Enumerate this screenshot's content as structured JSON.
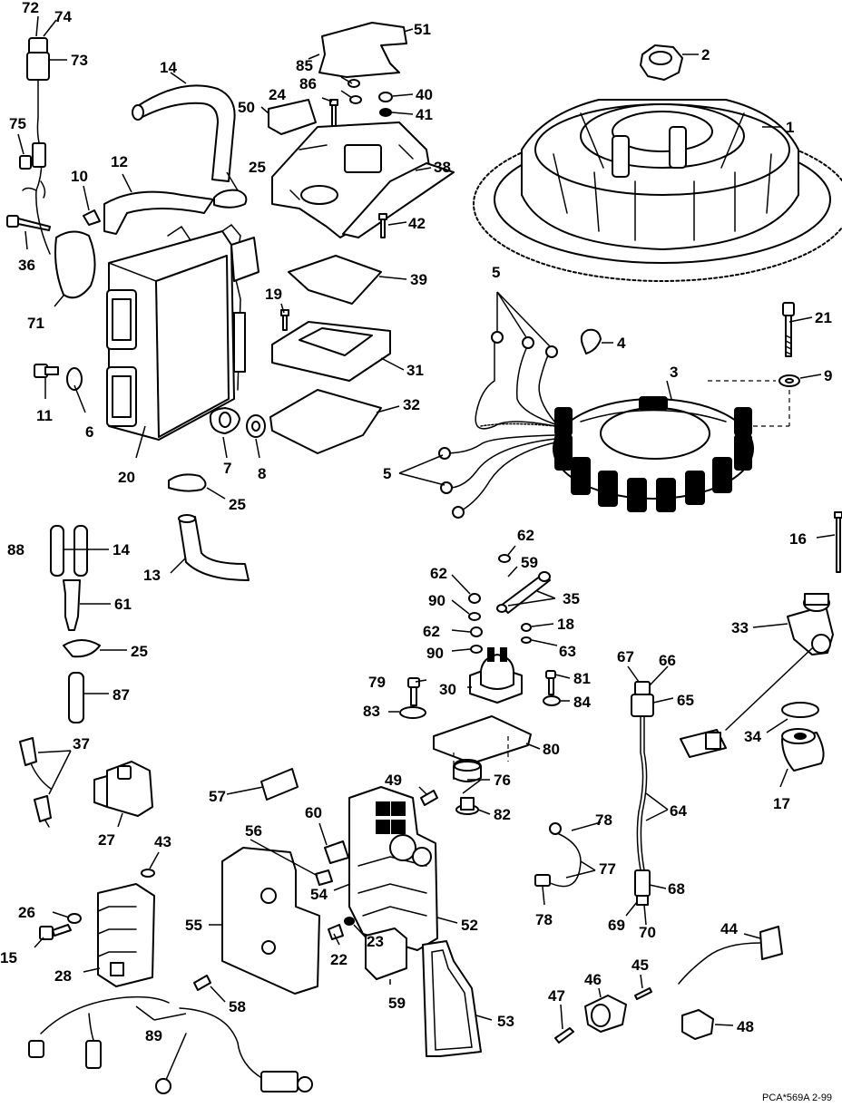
{
  "drawing_code": "PCA*569A  2-99",
  "callouts": {
    "c1": "1",
    "c2": "2",
    "c3": "3",
    "c4": "4",
    "c5a": "5",
    "c5b": "5",
    "c6": "6",
    "c7": "7",
    "c8": "8",
    "c9": "9",
    "c10": "10",
    "c11": "11",
    "c12": "12",
    "c13": "13",
    "c14a": "14",
    "c14b": "14",
    "c15": "15",
    "c16": "16",
    "c17": "17",
    "c18": "18",
    "c19": "19",
    "c20": "20",
    "c21": "21",
    "c22": "22",
    "c23": "23",
    "c24": "24",
    "c25a": "25",
    "c25b": "25",
    "c25c": "25",
    "c26": "26",
    "c27": "27",
    "c28": "28",
    "c30": "30",
    "c31": "31",
    "c32": "32",
    "c33": "33",
    "c34": "34",
    "c35": "35",
    "c36": "36",
    "c37": "37",
    "c38": "38",
    "c39": "39",
    "c40": "40",
    "c41": "41",
    "c42": "42",
    "c43": "43",
    "c44": "44",
    "c45": "45",
    "c46": "46",
    "c47": "47",
    "c48": "48",
    "c49": "49",
    "c50": "50",
    "c51": "51",
    "c52": "52",
    "c53": "53",
    "c54": "54",
    "c55": "55",
    "c56": "56",
    "c57": "57",
    "c58": "58",
    "c59a": "59",
    "c59b": "59",
    "c60": "60",
    "c61": "61",
    "c62a": "62",
    "c62b": "62",
    "c62c": "62",
    "c63": "63",
    "c64": "64",
    "c65": "65",
    "c66": "66",
    "c67": "67",
    "c68": "68",
    "c69": "69",
    "c70": "70",
    "c71": "71",
    "c72": "72",
    "c73": "73",
    "c74": "74",
    "c75": "75",
    "c76": "76",
    "c77": "77",
    "c78a": "78",
    "c78b": "78",
    "c79": "79",
    "c80": "80",
    "c81": "81",
    "c82": "82",
    "c83": "83",
    "c84": "84",
    "c85": "85",
    "c86": "86",
    "c87": "87",
    "c88": "88",
    "c89": "89",
    "c90a": "90",
    "c90b": "90"
  }
}
